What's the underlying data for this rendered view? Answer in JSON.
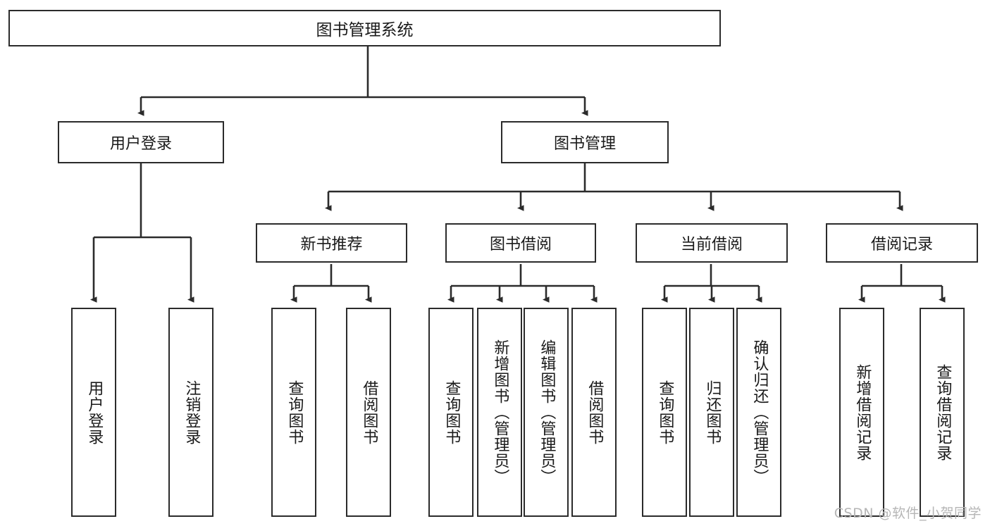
{
  "diagram": {
    "type": "tree-hierarchy",
    "title": "图书管理系统",
    "watermark": "CSDN @软件_小贺同学",
    "colors": {
      "stroke": "#2b2b2b",
      "fill": "#ffffff",
      "text": "#1a1a1a",
      "watermark": "#b6b6b6"
    },
    "nodes": {
      "root": {
        "label": "图书管理系统"
      },
      "level2": [
        {
          "id": "user-login",
          "label": "用户登录"
        },
        {
          "id": "book-management",
          "label": "图书管理"
        }
      ],
      "level3": [
        {
          "id": "new-book-recommend",
          "label": "新书推荐"
        },
        {
          "id": "book-borrow",
          "label": "图书借阅"
        },
        {
          "id": "current-borrow",
          "label": "当前借阅"
        },
        {
          "id": "borrow-record",
          "label": "借阅记录"
        }
      ],
      "leaves": {
        "user-login": [
          {
            "id": "leaf-user-login",
            "label": "用户登录"
          },
          {
            "id": "leaf-logout-login",
            "label": "注销登录"
          }
        ],
        "new-book-recommend": [
          {
            "id": "leaf-query-book-1",
            "label": "查询图书"
          },
          {
            "id": "leaf-borrow-book-1",
            "label": "借阅图书"
          }
        ],
        "book-borrow": [
          {
            "id": "leaf-query-book-2",
            "label": "查询图书"
          },
          {
            "id": "leaf-add-book-admin",
            "label": "新增图书（管理员）"
          },
          {
            "id": "leaf-edit-book-admin",
            "label": "编辑图书（管理员）"
          },
          {
            "id": "leaf-borrow-book-2",
            "label": "借阅图书"
          }
        ],
        "current-borrow": [
          {
            "id": "leaf-query-book-3",
            "label": "查询图书"
          },
          {
            "id": "leaf-return-book",
            "label": "归还图书"
          },
          {
            "id": "leaf-confirm-return-admin",
            "label": "确认归还（管理员）"
          }
        ],
        "borrow-record": [
          {
            "id": "leaf-add-borrow-record",
            "label": "新增借阅记录"
          },
          {
            "id": "leaf-query-borrow-record",
            "label": "查询借阅记录"
          }
        ]
      }
    }
  }
}
